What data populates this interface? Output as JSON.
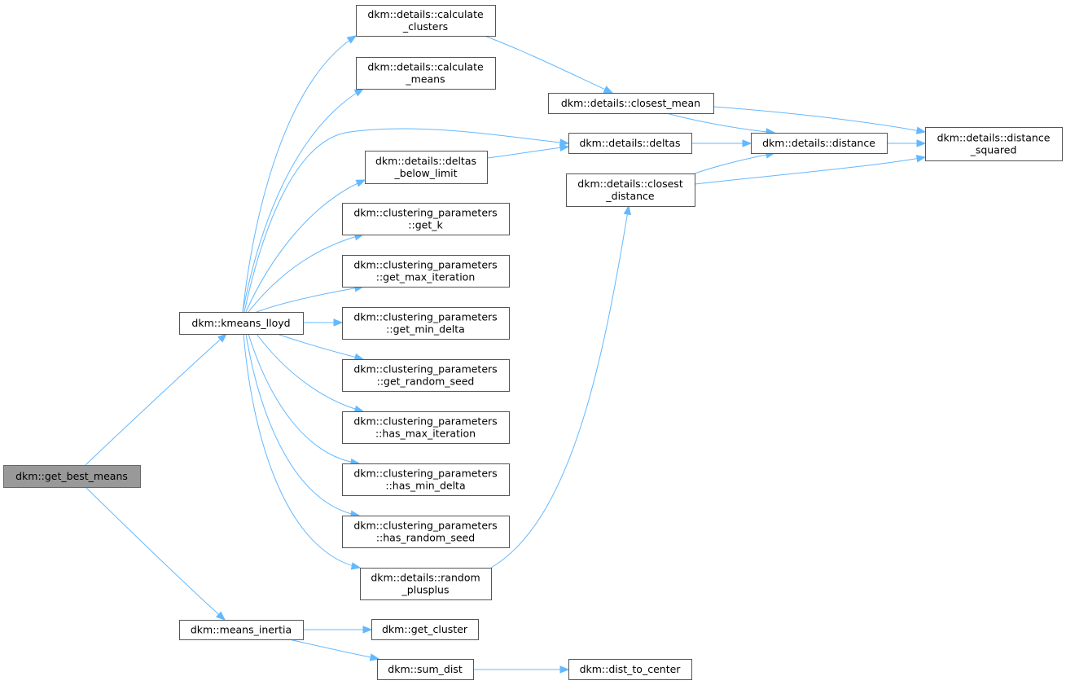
{
  "graph": {
    "nodes": [
      {
        "id": "get_best_means",
        "lines": [
          "dkm::get_best_means"
        ],
        "highlighted": true
      },
      {
        "id": "kmeans_lloyd",
        "lines": [
          "dkm::kmeans_lloyd"
        ]
      },
      {
        "id": "means_inertia",
        "lines": [
          "dkm::means_inertia"
        ]
      },
      {
        "id": "calc_clusters",
        "lines": [
          "dkm::details::calculate",
          "_clusters"
        ]
      },
      {
        "id": "calc_means",
        "lines": [
          "dkm::details::calculate",
          "_means"
        ]
      },
      {
        "id": "deltas_below",
        "lines": [
          "dkm::details::deltas",
          "_below_limit"
        ]
      },
      {
        "id": "get_k",
        "lines": [
          "dkm::clustering_parameters",
          "::get_k"
        ]
      },
      {
        "id": "get_max_iter",
        "lines": [
          "dkm::clustering_parameters",
          "::get_max_iteration"
        ]
      },
      {
        "id": "get_min_delta",
        "lines": [
          "dkm::clustering_parameters",
          "::get_min_delta"
        ]
      },
      {
        "id": "get_random_seed",
        "lines": [
          "dkm::clustering_parameters",
          "::get_random_seed"
        ]
      },
      {
        "id": "has_max_iter",
        "lines": [
          "dkm::clustering_parameters",
          "::has_max_iteration"
        ]
      },
      {
        "id": "has_min_delta",
        "lines": [
          "dkm::clustering_parameters",
          "::has_min_delta"
        ]
      },
      {
        "id": "has_random_seed",
        "lines": [
          "dkm::clustering_parameters",
          "::has_random_seed"
        ]
      },
      {
        "id": "random_pp",
        "lines": [
          "dkm::details::random",
          "_plusplus"
        ]
      },
      {
        "id": "closest_mean",
        "lines": [
          "dkm::details::closest_mean"
        ]
      },
      {
        "id": "deltas",
        "lines": [
          "dkm::details::deltas"
        ]
      },
      {
        "id": "closest_distance",
        "lines": [
          "dkm::details::closest",
          "_distance"
        ]
      },
      {
        "id": "distance",
        "lines": [
          "dkm::details::distance"
        ]
      },
      {
        "id": "distance_squared",
        "lines": [
          "dkm::details::distance",
          "_squared"
        ]
      },
      {
        "id": "get_cluster",
        "lines": [
          "dkm::get_cluster"
        ]
      },
      {
        "id": "sum_dist",
        "lines": [
          "dkm::sum_dist"
        ]
      },
      {
        "id": "dist_to_center",
        "lines": [
          "dkm::dist_to_center"
        ]
      }
    ],
    "edges": [
      {
        "from": "get_best_means",
        "to": "kmeans_lloyd"
      },
      {
        "from": "get_best_means",
        "to": "means_inertia"
      },
      {
        "from": "kmeans_lloyd",
        "to": "calc_clusters"
      },
      {
        "from": "kmeans_lloyd",
        "to": "calc_means"
      },
      {
        "from": "kmeans_lloyd",
        "to": "deltas"
      },
      {
        "from": "kmeans_lloyd",
        "to": "deltas_below"
      },
      {
        "from": "kmeans_lloyd",
        "to": "get_k"
      },
      {
        "from": "kmeans_lloyd",
        "to": "get_max_iter"
      },
      {
        "from": "kmeans_lloyd",
        "to": "get_min_delta"
      },
      {
        "from": "kmeans_lloyd",
        "to": "get_random_seed"
      },
      {
        "from": "kmeans_lloyd",
        "to": "has_max_iter"
      },
      {
        "from": "kmeans_lloyd",
        "to": "has_min_delta"
      },
      {
        "from": "kmeans_lloyd",
        "to": "has_random_seed"
      },
      {
        "from": "kmeans_lloyd",
        "to": "random_pp"
      },
      {
        "from": "calc_clusters",
        "to": "closest_mean"
      },
      {
        "from": "closest_mean",
        "to": "distance"
      },
      {
        "from": "closest_mean",
        "to": "distance_squared"
      },
      {
        "from": "deltas_below",
        "to": "deltas"
      },
      {
        "from": "deltas",
        "to": "distance"
      },
      {
        "from": "distance",
        "to": "distance_squared"
      },
      {
        "from": "closest_distance",
        "to": "distance"
      },
      {
        "from": "closest_distance",
        "to": "distance_squared"
      },
      {
        "from": "random_pp",
        "to": "closest_distance"
      },
      {
        "from": "means_inertia",
        "to": "get_cluster"
      },
      {
        "from": "means_inertia",
        "to": "sum_dist"
      },
      {
        "from": "sum_dist",
        "to": "dist_to_center"
      }
    ]
  },
  "colors": {
    "edge": "#63b8ff",
    "node_border": "#555555",
    "highlighted_fill": "#999999"
  }
}
